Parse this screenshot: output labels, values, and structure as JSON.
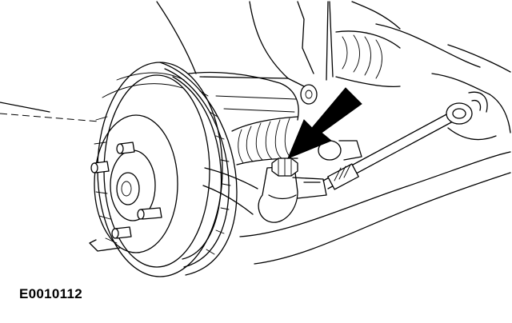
{
  "figure": {
    "caption": "E0010112",
    "colors": {
      "line": "#000000",
      "background": "#ffffff"
    },
    "icons": [
      "brake-disc",
      "wheel-hub",
      "wheel-stud",
      "tie-rod-end",
      "castle-nut",
      "steering-rack-boot",
      "callout-arrow"
    ]
  }
}
